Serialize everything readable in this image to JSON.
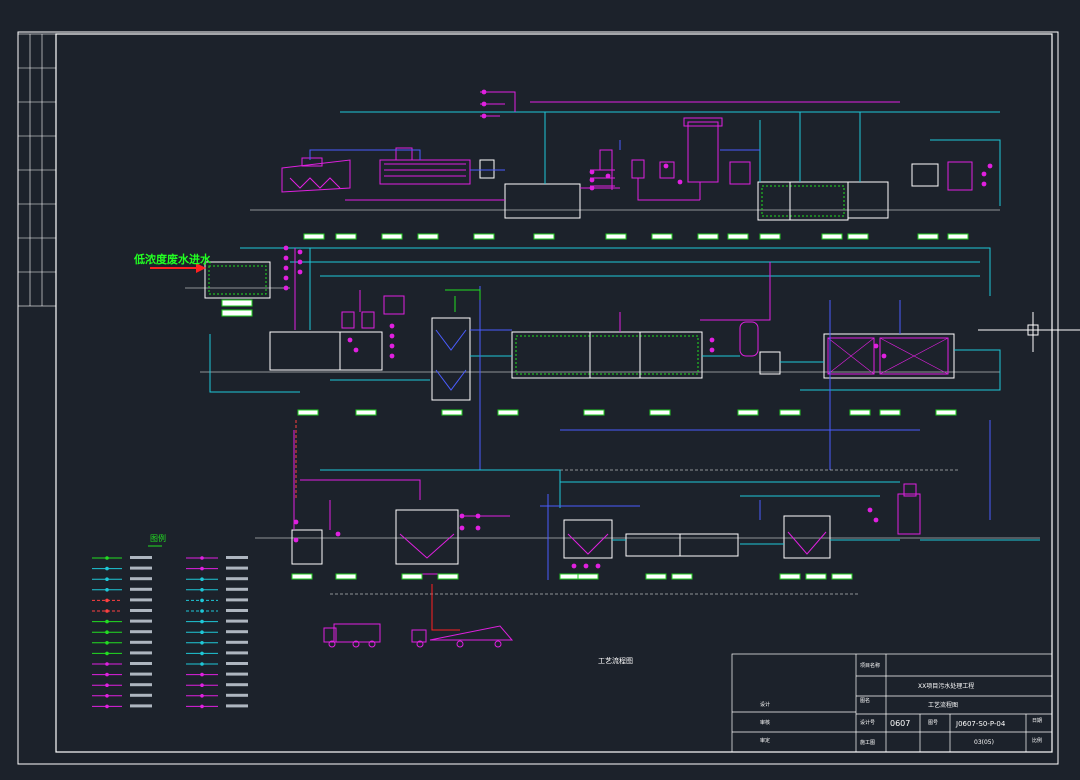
{
  "colors": {
    "background": "#1c222b",
    "frame": "#ffffff",
    "pipe_cyan": "#1ec8d8",
    "pipe_magenta": "#e020e0",
    "pipe_blue": "#4a5cff",
    "pipe_green": "#22dd22",
    "tag_green": "#22cc22",
    "inlet_label": "#22ff22",
    "arrow_red": "#ff2020"
  },
  "drawing": {
    "inlet_label": "低浓度废水进水"
  },
  "legend": {
    "title": "图例"
  },
  "notes": {
    "diagram_caption": "工艺流程图"
  },
  "title_block": {
    "project_name": "XX项目污水处理工程",
    "drawing_name": "工艺流程图",
    "stage_code": "0607",
    "drawing_no": "J0607-S0-P-04",
    "sheet_no": "03(05)",
    "row_design": "设计",
    "row_check": "审核",
    "row_approve": "审定",
    "col_project": "项目名称",
    "col_drawing": "图名",
    "col_design_no": "设计号",
    "col_stage": "施工图",
    "col_drawing_no": "图号",
    "col_date": "日期",
    "col_scale": "比例"
  }
}
